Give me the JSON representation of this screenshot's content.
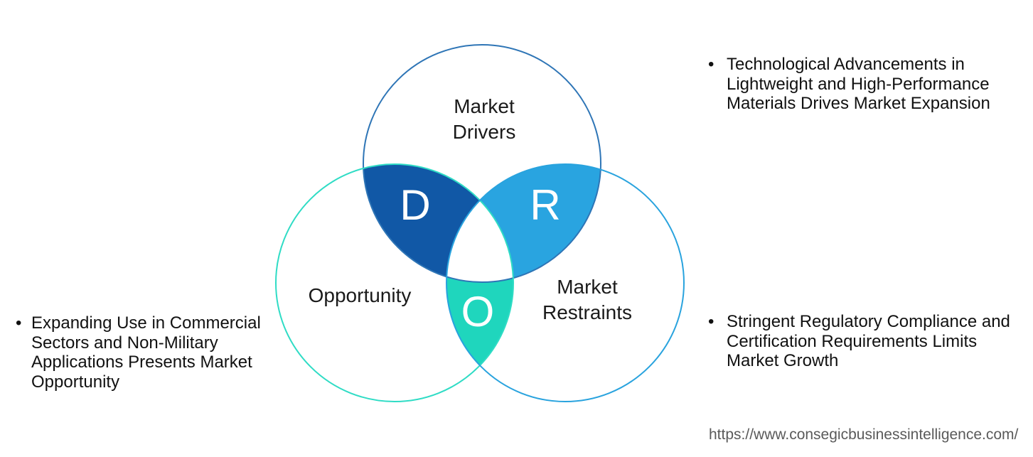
{
  "page": {
    "background": "#FFFFFF"
  },
  "venn": {
    "label_color": "#1A1A1A",
    "circles": {
      "drivers": {
        "label_lines": [
          "Market",
          "Drivers"
        ],
        "stroke": "#2E75B6"
      },
      "opportunity": {
        "label_lines": [
          "Opportunity"
        ],
        "stroke": "#2FDCC5"
      },
      "restraints": {
        "label_lines": [
          "Market",
          "Restraints"
        ],
        "stroke": "#29A3DE"
      }
    },
    "intersections": {
      "drivers_opportunity": {
        "letter": "D",
        "fill": "#1158A6",
        "letter_color": "#FFFFFF"
      },
      "drivers_restraints": {
        "letter": "R",
        "fill": "#29A4E0",
        "letter_color": "#FFFFFF"
      },
      "opportunity_restraints": {
        "letter": "O",
        "fill": "#1FD6BD",
        "letter_color": "#FFFFFF"
      }
    }
  },
  "annotations": {
    "text_color": "#111111",
    "top_right": {
      "marker": "•",
      "lines": [
        "Technological Advancements in",
        "Lightweight and High-Performance",
        "Materials Drives Market Expansion"
      ]
    },
    "bottom_left": {
      "marker": "•",
      "lines": [
        "Expanding Use in Commercial",
        "Sectors and Non-Military",
        "Applications Presents Market",
        "Opportunity"
      ]
    },
    "bottom_right": {
      "marker": "•",
      "lines": [
        "Stringent Regulatory Compliance and",
        "Certification Requirements Limits",
        "Market Growth"
      ]
    }
  },
  "footer": {
    "url": "https://www.consegicbusinessintelligence.com/",
    "color": "#5A5A5A"
  }
}
